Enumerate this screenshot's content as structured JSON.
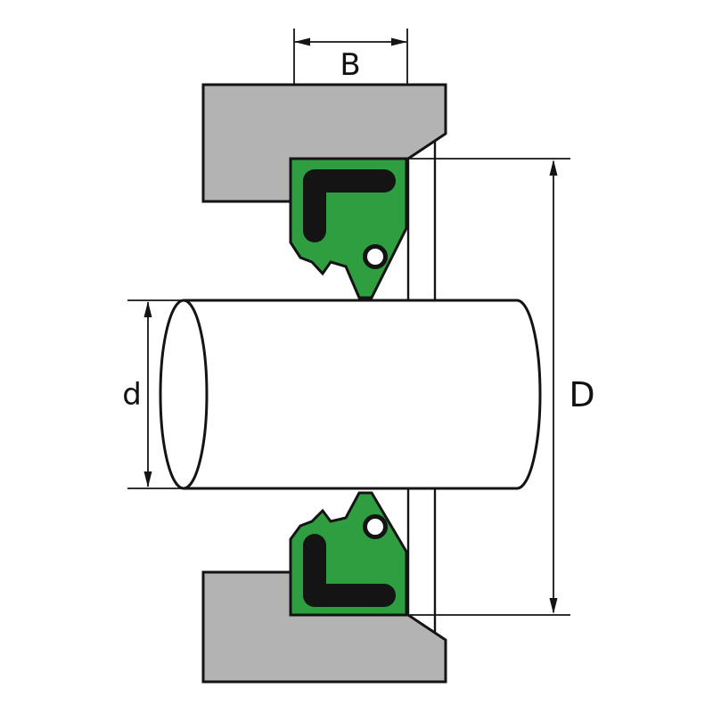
{
  "diagram": {
    "labels": {
      "seal_width": "B",
      "shaft_diameter": "d",
      "bore_diameter": "D"
    },
    "colors": {
      "background": "#ffffff",
      "outline": "#141414",
      "housing_fill": "#b3b3b3",
      "seal_fill": "#2f9e41",
      "case_fill": "#141414",
      "shaft_fill": "#ffffff",
      "spring_fill": "#ffffff"
    }
  }
}
